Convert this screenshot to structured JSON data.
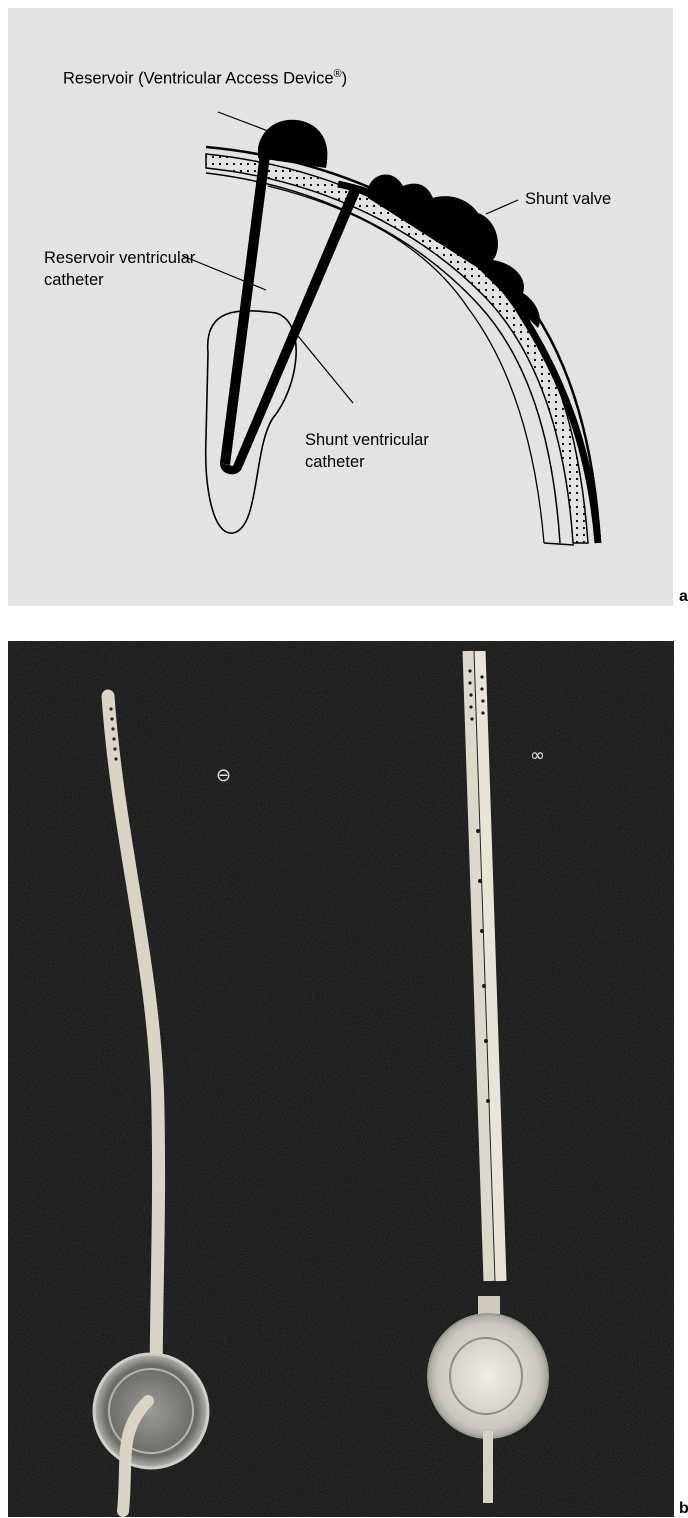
{
  "panel_a": {
    "letter": "a",
    "labels": {
      "reservoir": "Reservoir (Ventricular Access Device",
      "reservoir_mark": "®",
      "reservoir_close": ")",
      "shunt_valve": "Shunt valve",
      "reservoir_catheter_line1": "Reservoir ventricular",
      "reservoir_catheter_line2": "catheter",
      "shunt_catheter_line1": "Shunt ventricular",
      "shunt_catheter_line2": "catheter"
    }
  },
  "panel_b": {
    "letter": "b",
    "symbols": {
      "single": "⊖",
      "double": "∞"
    }
  },
  "colors": {
    "diagram_bg": "#e3e3e3",
    "photo_bg": "#0c0c0c",
    "ink": "#000000",
    "catheter": "#dcd6c8"
  }
}
